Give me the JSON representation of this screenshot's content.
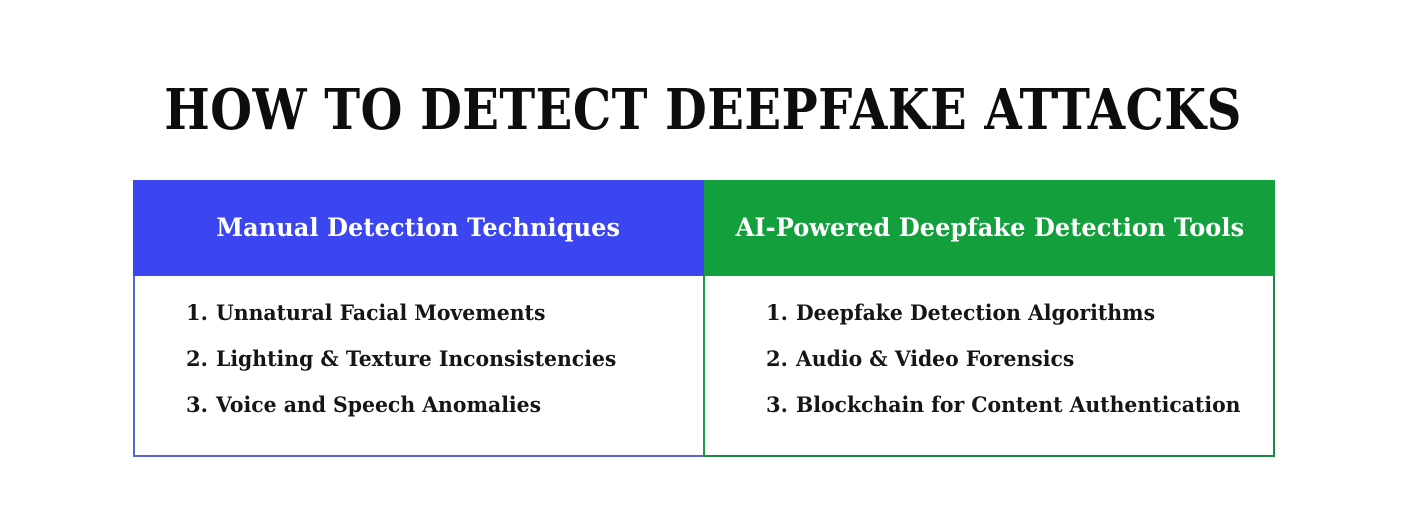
{
  "page": {
    "title": "HOW TO DETECT DEEPFAKE ATTACKS",
    "background_color": "#ffffff",
    "text_color": "#0d0d0d"
  },
  "colors": {
    "left_header_bg": "#3b46f1",
    "right_header_bg": "#13a03c",
    "left_border": "#5a61d2",
    "right_border": "#1c8a45",
    "divider": "#1c9e43",
    "header_text": "#ffffff",
    "body_text": "#151515"
  },
  "table": {
    "columns": [
      {
        "id": "manual-detection",
        "header": "Manual Detection Techniques",
        "items": [
          {
            "number": "1.",
            "label": "Unnatural Facial Movements"
          },
          {
            "number": "2.",
            "label": "Lighting & Texture Inconsistencies"
          },
          {
            "number": "3.",
            "label": "Voice and Speech Anomalies"
          }
        ]
      },
      {
        "id": "ai-powered-tools",
        "header": "AI-Powered Deepfake Detection Tools",
        "items": [
          {
            "number": "1.",
            "label": "Deepfake Detection Algorithms"
          },
          {
            "number": "2.",
            "label": "Audio & Video Forensics"
          },
          {
            "number": "3.",
            "label": "Blockchain for Content Authentication"
          }
        ]
      }
    ]
  }
}
